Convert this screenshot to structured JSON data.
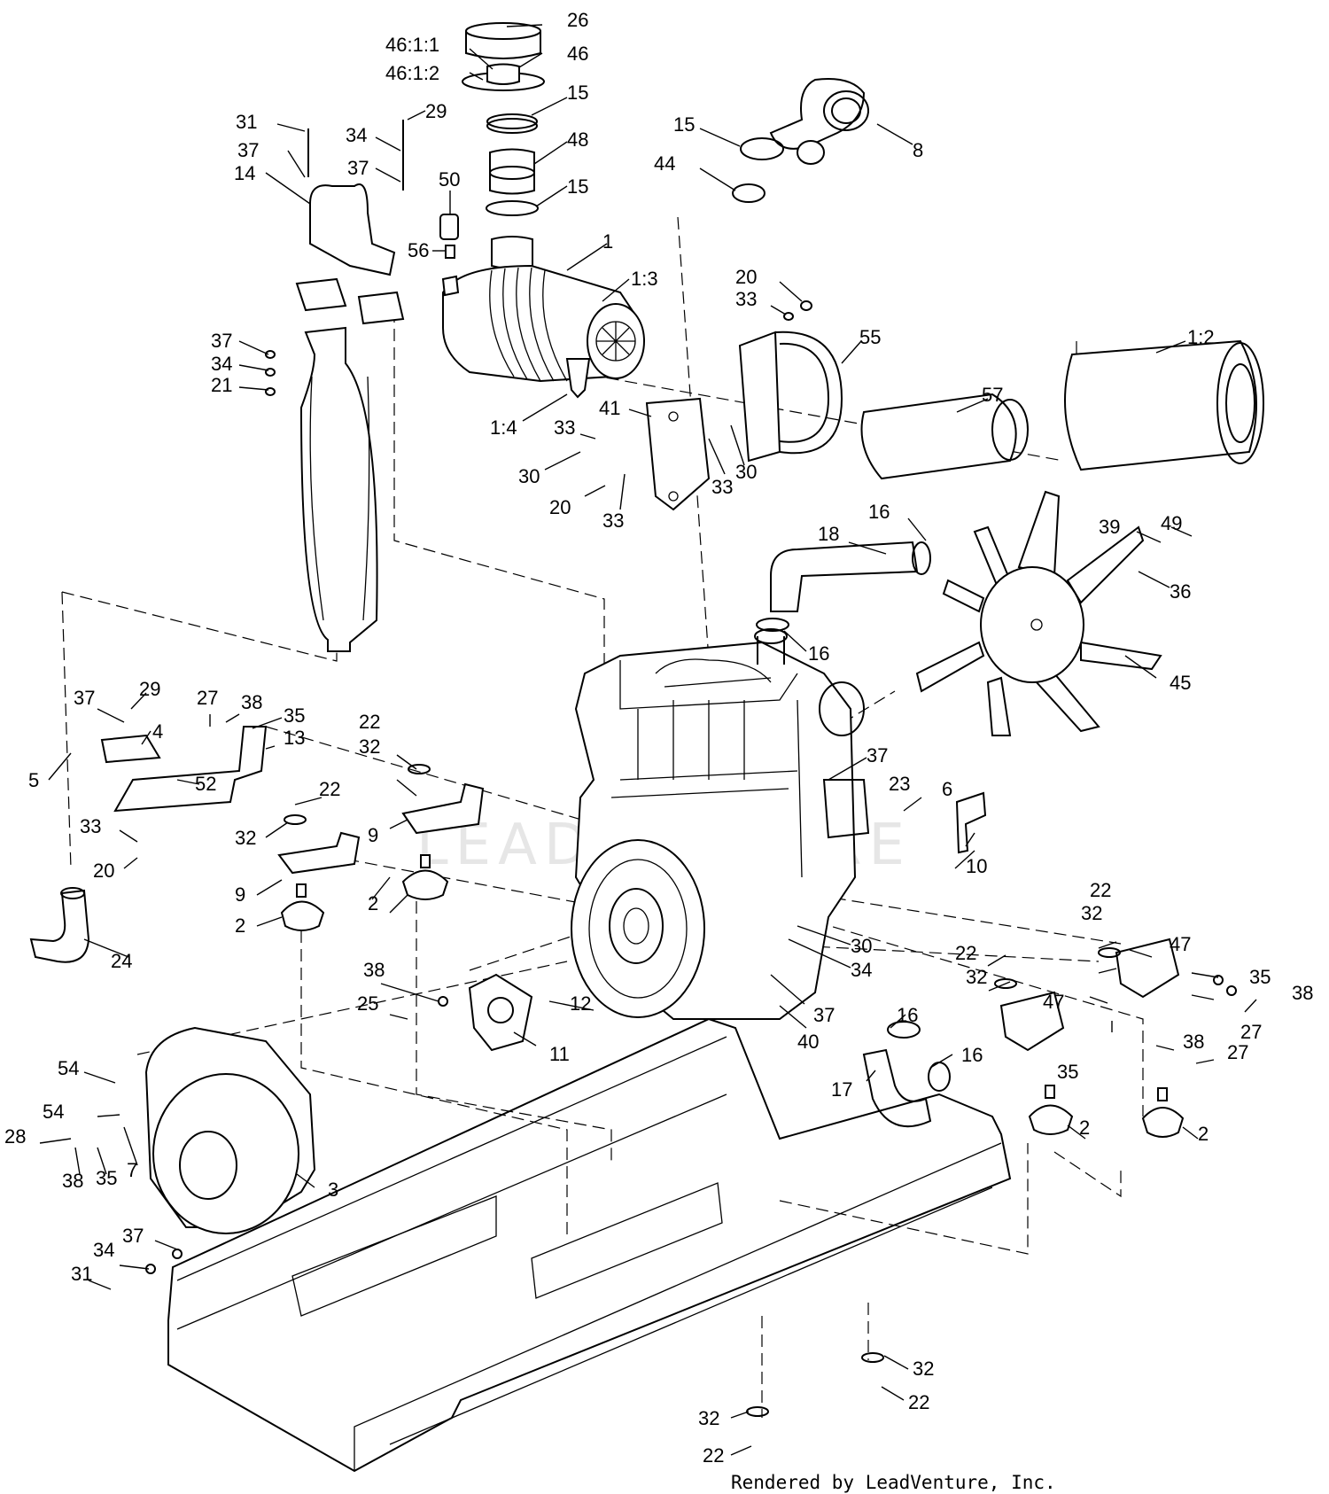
{
  "watermark": "LEADVENTURE",
  "credit": "Rendered by LeadVenture, Inc.",
  "callouts": [
    {
      "text": "26"
    },
    {
      "text": "46:1:1"
    },
    {
      "text": "46"
    },
    {
      "text": "46:1:2"
    },
    {
      "text": "15"
    },
    {
      "text": "48"
    },
    {
      "text": "15"
    },
    {
      "text": "1"
    },
    {
      "text": "1:3"
    },
    {
      "text": "50"
    },
    {
      "text": "56"
    },
    {
      "text": "31"
    },
    {
      "text": "29"
    },
    {
      "text": "34"
    },
    {
      "text": "37"
    },
    {
      "text": "37"
    },
    {
      "text": "14"
    },
    {
      "text": "15"
    },
    {
      "text": "8"
    },
    {
      "text": "44"
    },
    {
      "text": "20"
    },
    {
      "text": "33"
    },
    {
      "text": "55"
    },
    {
      "text": "1:2"
    },
    {
      "text": "57"
    },
    {
      "text": "37"
    },
    {
      "text": "34"
    },
    {
      "text": "21"
    },
    {
      "text": "1:4"
    },
    {
      "text": "41"
    },
    {
      "text": "33"
    },
    {
      "text": "30"
    },
    {
      "text": "20"
    },
    {
      "text": "33"
    },
    {
      "text": "33"
    },
    {
      "text": "30"
    },
    {
      "text": "16"
    },
    {
      "text": "18"
    },
    {
      "text": "39"
    },
    {
      "text": "49"
    },
    {
      "text": "36"
    },
    {
      "text": "16"
    },
    {
      "text": "45"
    },
    {
      "text": "29"
    },
    {
      "text": "27"
    },
    {
      "text": "38"
    },
    {
      "text": "35"
    },
    {
      "text": "13"
    },
    {
      "text": "37"
    },
    {
      "text": "4"
    },
    {
      "text": "5"
    },
    {
      "text": "52"
    },
    {
      "text": "22"
    },
    {
      "text": "32"
    },
    {
      "text": "22"
    },
    {
      "text": "32"
    },
    {
      "text": "9"
    },
    {
      "text": "33"
    },
    {
      "text": "20"
    },
    {
      "text": "9"
    },
    {
      "text": "2"
    },
    {
      "text": "2"
    },
    {
      "text": "37"
    },
    {
      "text": "23"
    },
    {
      "text": "6"
    },
    {
      "text": "10"
    },
    {
      "text": "24"
    },
    {
      "text": "30"
    },
    {
      "text": "34"
    },
    {
      "text": "22"
    },
    {
      "text": "32"
    },
    {
      "text": "47"
    },
    {
      "text": "22"
    },
    {
      "text": "32"
    },
    {
      "text": "47"
    },
    {
      "text": "35"
    },
    {
      "text": "38"
    },
    {
      "text": "27"
    },
    {
      "text": "38"
    },
    {
      "text": "25"
    },
    {
      "text": "12"
    },
    {
      "text": "37"
    },
    {
      "text": "40"
    },
    {
      "text": "11"
    },
    {
      "text": "16"
    },
    {
      "text": "16"
    },
    {
      "text": "17"
    },
    {
      "text": "38"
    },
    {
      "text": "27"
    },
    {
      "text": "35"
    },
    {
      "text": "2"
    },
    {
      "text": "2"
    },
    {
      "text": "54"
    },
    {
      "text": "54"
    },
    {
      "text": "28"
    },
    {
      "text": "7"
    },
    {
      "text": "38"
    },
    {
      "text": "35"
    },
    {
      "text": "3"
    },
    {
      "text": "37"
    },
    {
      "text": "34"
    },
    {
      "text": "31"
    },
    {
      "text": "32"
    },
    {
      "text": "22"
    },
    {
      "text": "32"
    },
    {
      "text": "22"
    }
  ]
}
